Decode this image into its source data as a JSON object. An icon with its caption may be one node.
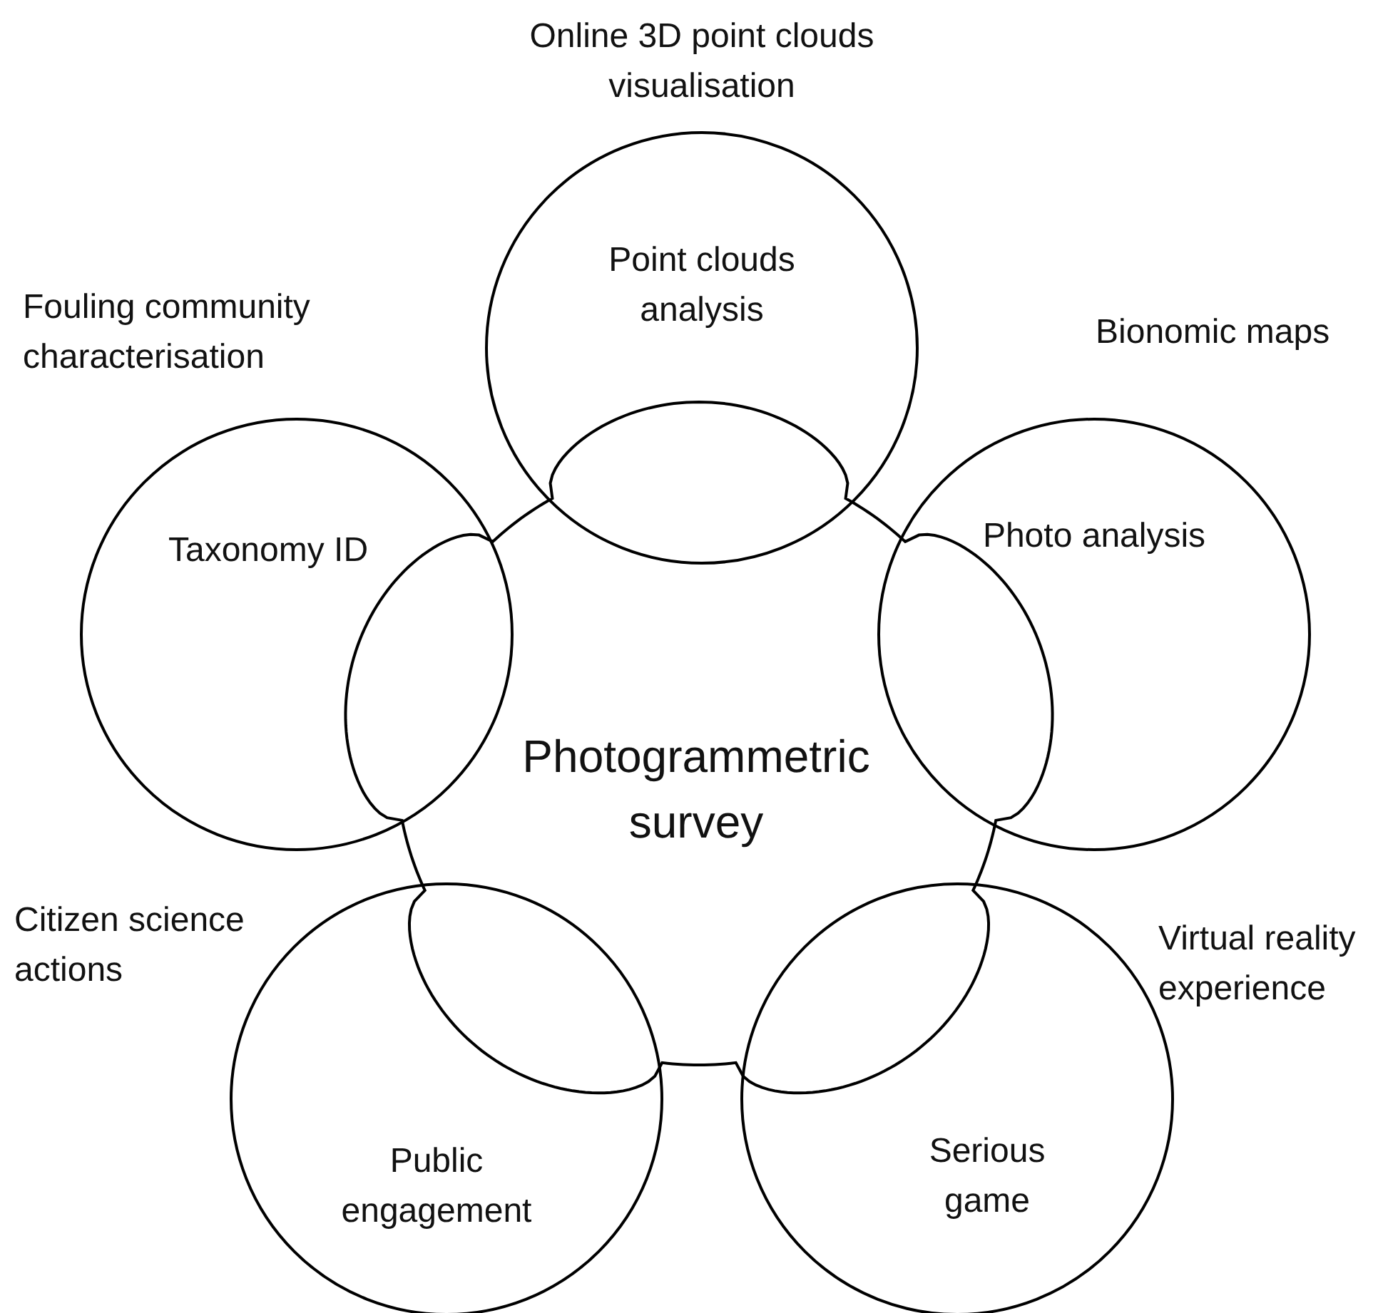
{
  "diagram": {
    "nodes": [
      {
        "text": [
          "Point clouds analysis"
        ],
        "beside": [
          "Online 3D point clouds visualisation"
        ]
      },
      {
        "text": [
          "Taxonomy ID"
        ],
        "beside": [
          "Fouling community characterisation"
        ]
      },
      {
        "text": [
          "Photo analysis"
        ],
        "beside": [
          "Bionomic maps"
        ]
      },
      {
        "text": [
          "Photogrammetric survey"
        ]
      },
      {
        "text": [
          "Public engagement"
        ],
        "beside": [
          "Citizen science actions"
        ]
      },
      {
        "text": [
          "Serious game"
        ],
        "beside": [
          "Virtual reality experience"
        ]
      }
    ]
  }
}
